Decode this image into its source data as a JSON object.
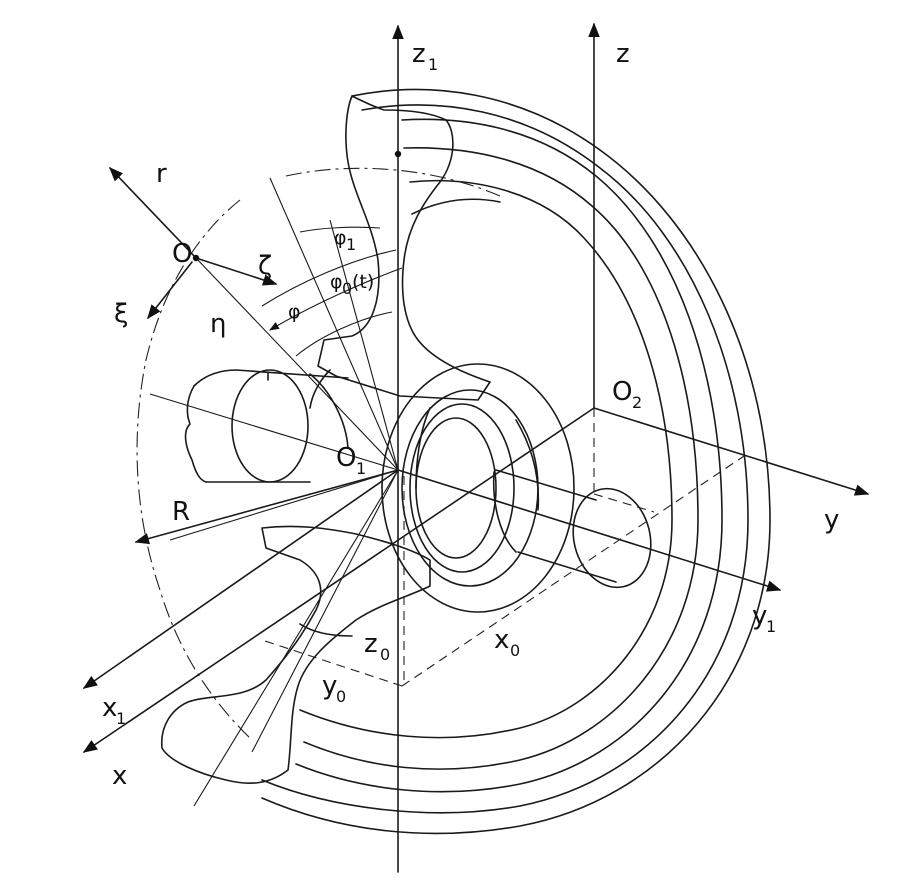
{
  "labels": {
    "z1": "z",
    "z1_sub": "1",
    "z": "z",
    "r": "r",
    "O": "O",
    "zeta_right": "ζ",
    "xi": "ξ",
    "eta": "η",
    "phi1": "φ",
    "phi1_sub": "1",
    "phi0t": "φ",
    "phi0t_sub": "0",
    "phi0t_arg": "(t)",
    "phi": "φ",
    "O2": "O",
    "O2_sub": "2",
    "O1": "O",
    "O1_sub": "1",
    "R": "R",
    "y": "y",
    "y1": "y",
    "y1_sub": "1",
    "z0": "z",
    "z0_sub": "0",
    "x0": "x",
    "x0_sub": "0",
    "y0": "y",
    "y0_sub": "0",
    "x1": "x",
    "x1_sub": "1",
    "x": "x"
  },
  "colors": {
    "ink": "#1a1a1a",
    "background": "#ffffff"
  }
}
